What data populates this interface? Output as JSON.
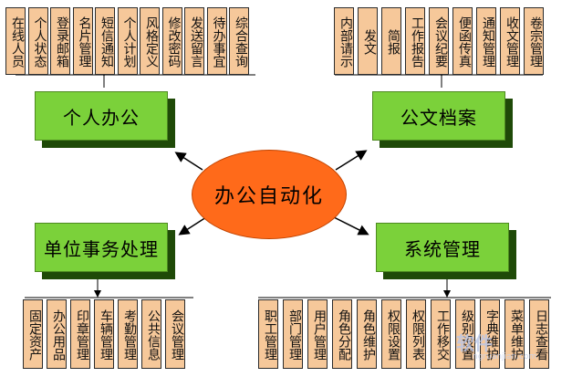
{
  "center": "办公自动化",
  "personal": {
    "title": "个人办公",
    "items": [
      "在线人员",
      "个人状态",
      "登录邮箱",
      "名片管理",
      "短信通知",
      "个人计划",
      "风格定义",
      "修改密码",
      "发送留言",
      "待办事宜",
      "综合查询"
    ]
  },
  "archive": {
    "title": "公文档案",
    "items": [
      "内部请示",
      "发文",
      "简报",
      "工作报告",
      "会议纪要",
      "便函传真",
      "通知管理",
      "收文管理",
      "卷宗管理"
    ]
  },
  "unit": {
    "title": "单位事务处理",
    "items": [
      "固定资产",
      "办公用品",
      "印章管理",
      "车辆管理",
      "考勤管理",
      "公共信息",
      "会议管理"
    ]
  },
  "system": {
    "title": "系统管理",
    "items": [
      "职工管理",
      "部门管理",
      "用户管理",
      "角色分配",
      "角色维护",
      "权限设置",
      "权限列表",
      "工作移交",
      "级别设置",
      "字典维护",
      "菜单维护",
      "日志查看"
    ]
  },
  "watermark": "软件",
  "watermark_sub": "ngruanjian.com",
  "colors": {
    "item_fill": "#f6c89a",
    "box_fill": "#7bd13a",
    "center_fill": "#ff6a1a"
  }
}
